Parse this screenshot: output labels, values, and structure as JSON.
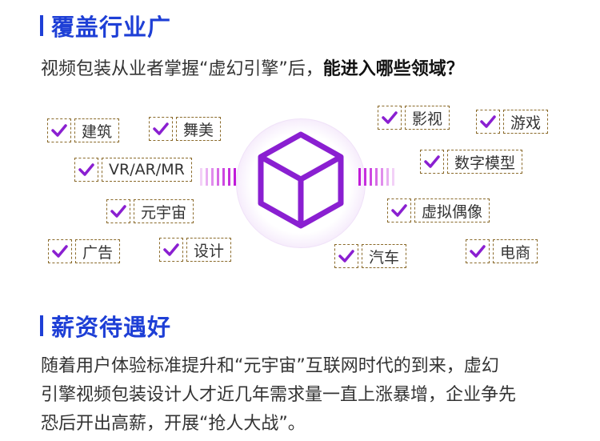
{
  "section1": {
    "title": "覆盖行业广"
  },
  "intro": {
    "text": "视频包装从业者掌握“虚幻引擎”后，",
    "emphasis": "能进入哪些领域？"
  },
  "tags": {
    "jianzhu": "建筑",
    "wumei": "舞美",
    "vrarmr": "VR/AR/MR",
    "yuanyuzhou": "元宇宙",
    "guanggao": "广告",
    "sheji": "设计",
    "yingshi": "影视",
    "youxi": "游戏",
    "shuzimoxing": "数字模型",
    "xuniouxiang": "虚拟偶像",
    "qiche": "汽车",
    "dianshang": "电商"
  },
  "section2": {
    "title": "薪资待遇好"
  },
  "para": {
    "line1": "随着用户体验标准提升和“元宇宙”互联网时代的到来，虚幻",
    "line2": "引擎视频包装设计人才近几年需求量一直上涨暴增，企业争先",
    "line3": "恐后开出高薪，开展“抢人大战”。"
  },
  "colors": {
    "accent": "#1e3fd6",
    "check": "#8a1fd1",
    "cube": "#8a1fd1"
  },
  "icons": {
    "check": "check-icon",
    "cube": "cube-icon"
  }
}
